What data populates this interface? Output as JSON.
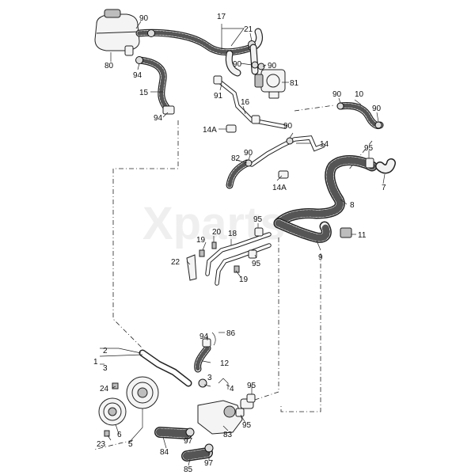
{
  "watermark": "Xparts",
  "labels": {
    "l1": "1",
    "l2": "2",
    "l3": "3",
    "l4": "4",
    "l5": "5",
    "l6": "6",
    "l7": "7",
    "l8": "8",
    "l9": "9",
    "l10": "10",
    "l11": "11",
    "l12": "12",
    "l14a": "14",
    "l14b": "14A",
    "l14c": "14A",
    "l15": "15",
    "l16": "16",
    "l17": "17",
    "l18": "18",
    "l19a": "19",
    "l19b": "19",
    "l20": "20",
    "l21": "21",
    "l22": "22",
    "l23": "23",
    "l24": "24",
    "l80": "80",
    "l81": "81",
    "l82": "82",
    "l83": "83",
    "l84": "84",
    "l85": "85",
    "l86": "86",
    "l90a": "90",
    "l90b": "90",
    "l90c": "90",
    "l90d": "90",
    "l90e": "90",
    "l90f": "90",
    "l90g": "90",
    "l91": "91",
    "l94a": "94",
    "l94b": "94",
    "l94c": "94",
    "l95a": "95",
    "l95b": "95",
    "l95c": "95",
    "l95d": "95",
    "l95e": "95",
    "l97a": "97",
    "l97b": "97"
  }
}
